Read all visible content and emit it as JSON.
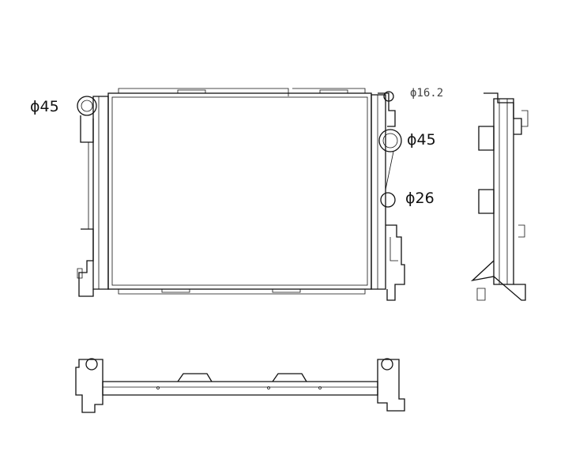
{
  "title": "Radiator dimension drawing",
  "labels": {
    "left_inlet": "ϕ45",
    "right_small": "ϕ16.2",
    "right_outlet": "ϕ45",
    "right_lower": "ϕ26"
  }
}
